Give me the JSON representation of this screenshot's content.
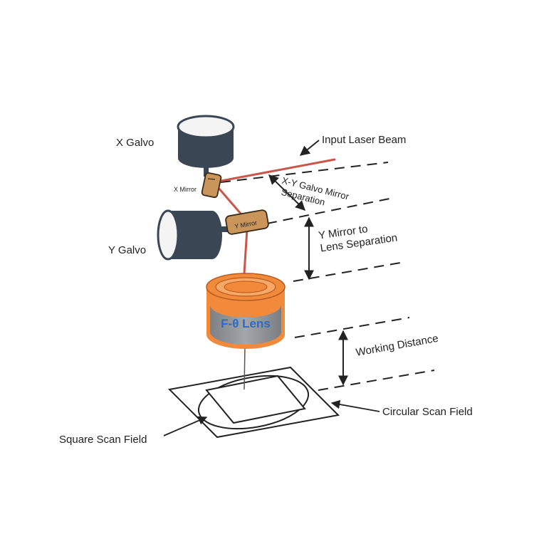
{
  "labels": {
    "x_galvo": "X Galvo",
    "y_galvo": "Y Galvo",
    "x_mirror": "X Mirror",
    "y_mirror": "Y Mirror",
    "input_beam": "Input Laser Beam",
    "xy_separation_line1": "X-Y Galvo Mirror",
    "xy_separation_line2": "Separation",
    "y_lens_separation_line1": "Y Mirror to",
    "y_lens_separation_line2": "Lens Separation",
    "lens": "F-θ Lens",
    "working_distance": "Working Distance",
    "circular_field": "Circular Scan Field",
    "square_field": "Square Scan Field"
  },
  "colors": {
    "galvo_body": "#3a4654",
    "galvo_cap": "#f4f4f4",
    "mirror": "#c9955a",
    "beam": "#c8564a",
    "lens_orange": "#f28a3c",
    "lens_gray": "#8d9196",
    "lens_text": "#2c6cc4",
    "line": "#222222"
  }
}
